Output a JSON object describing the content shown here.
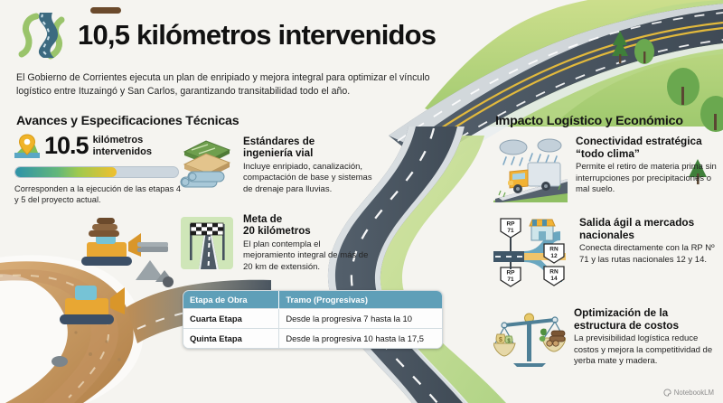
{
  "header": {
    "logo_icon": "winding-road-icon",
    "title": "10,5 kilómetros intervenidos",
    "subtitle": "El Gobierno de Corrientes ejecuta un plan de enripiado y mejora integral para optimizar el vínculo logístico entre Ituzaingó y San Carlos, garantizando transitabilidad todo el año."
  },
  "sections": {
    "left_heading": "Avances y Especificaciones Técnicas",
    "right_heading": "Impacto Logístico y Económico"
  },
  "stat": {
    "pin_icon": "map-pin-icon",
    "value": "10.5",
    "unit_line1": "kilómetros",
    "unit_line2": "intervenidos",
    "progress_percent": 62,
    "note": "Corresponden a la ejecución de las etapas 4 y 5 del proyecto actual."
  },
  "features_left": [
    {
      "icon": "road-layers-icon",
      "title_line1": "Estándares de",
      "title_line2": "ingeniería vial",
      "body": "Incluye enripiado, canalización, compactación de base y sistemas de drenaje para lluvias."
    },
    {
      "icon": "checkered-flag-road-icon",
      "title_line1": "Meta de",
      "title_line2": "20 kilómetros",
      "body": "El plan contempla el mejoramiento integral de más de 20 km de extensión."
    }
  ],
  "features_right": [
    {
      "icon": "truck-rain-icon",
      "title_line1": "Conectividad estratégica",
      "title_line2": "“todo clima”",
      "body": "Permite el retiro de materia prima sin interrupciones por precipitaciones o mal suelo."
    },
    {
      "icon": "route-junction-icon",
      "title_line1": "Salida ágil a mercados",
      "title_line2": "nacionales",
      "body": "Conecta directamente con la RP Nº 71 y las rutas nacionales 12 y 14.",
      "shields": [
        "RP 71",
        "RP 71",
        "RN 12",
        "RN 14"
      ]
    },
    {
      "icon": "balance-scale-icon",
      "title_line1": "Optimización de la",
      "title_line2": "estructura de costos",
      "body": "La previsibilidad logística reduce costos y mejora la competitividad de yerba mate y madera."
    }
  ],
  "table": {
    "columns": [
      "Etapa de Obra",
      "Tramo (Progresivas)"
    ],
    "rows": [
      [
        "Cuarta Etapa",
        "Desde la progresiva 7 hasta la 10"
      ],
      [
        "Quinta Etapa",
        "Desde la progresiva 10 hasta la 17,5"
      ]
    ]
  },
  "watermark": {
    "icon": "notebooklm-icon",
    "label": "NotebookLM"
  },
  "colors": {
    "background": "#f5f4f0",
    "heading": "#141414",
    "table_header": "#5f9fb8",
    "asphalt": "#4a5560",
    "grass": "#9dcc6a",
    "dirt": "#c99a62",
    "accent_yellow": "#f0c02e",
    "accent_teal": "#2e93a8"
  }
}
